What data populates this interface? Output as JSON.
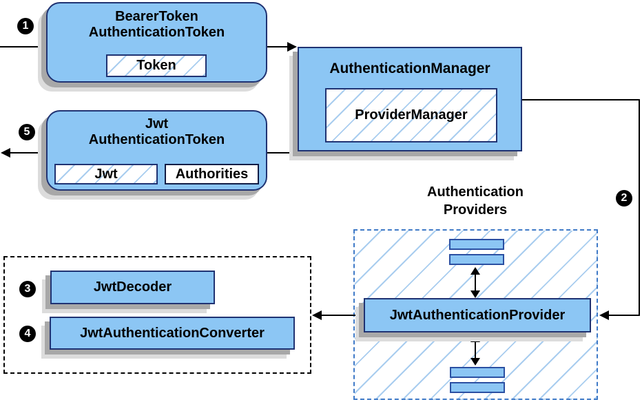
{
  "colors": {
    "node_fill": "#8CC6F4",
    "node_border": "#1F3272",
    "hatch_line": "#A9CDEF",
    "shadow_dark": "#A8A8A8",
    "shadow_light": "#DCDCDC",
    "dashed_blue": "#3E79C7",
    "badge_bg": "#000000",
    "badge_text": "#FFFFFF"
  },
  "nodes": {
    "bearer_token": {
      "title_line1": "BearerToken",
      "title_line2": "AuthenticationToken",
      "chip": "Token"
    },
    "authentication_manager": {
      "title": "AuthenticationManager",
      "chip": "ProviderManager"
    },
    "jwt_authentication_token": {
      "title_line1": "Jwt",
      "title_line2": "AuthenticationToken",
      "chip1": "Jwt",
      "chip2": "Authorities"
    },
    "providers_group": {
      "label_line1": "Authentication",
      "label_line2": "Providers"
    },
    "jwt_authentication_provider": {
      "title": "JwtAuthenticationProvider"
    },
    "jwt_decoder": {
      "title": "JwtDecoder"
    },
    "jwt_authentication_converter": {
      "title": "JwtAuthenticationConverter"
    }
  },
  "badges": {
    "step1": "1",
    "step2": "2",
    "step3": "3",
    "step4": "4",
    "step5": "5"
  }
}
